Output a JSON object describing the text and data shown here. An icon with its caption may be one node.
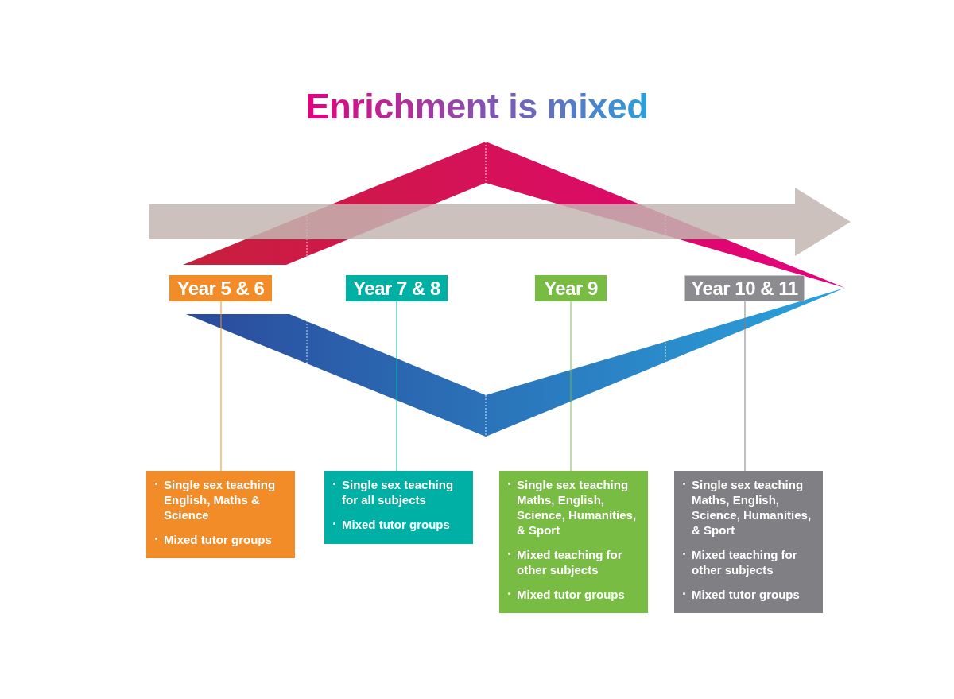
{
  "diagram": {
    "title": "Enrichment is mixed",
    "nodes": [
      {
        "text": [
          "Year 5 & 6"
        ]
      },
      {
        "text": [
          "Year 7 & 8"
        ]
      },
      {
        "text": [
          "Year 9"
        ]
      },
      {
        "text": [
          "Year 10 & 11"
        ]
      },
      {
        "text": [
          "Single sex teaching English, Maths & Science",
          "Mixed tutor groups"
        ]
      },
      {
        "text": [
          "Single sex teaching for all subjects",
          "Mixed tutor groups"
        ]
      },
      {
        "text": [
          "Single sex teaching Maths, English, Science, Humanities, & Sport",
          "Mixed teaching for other subjects",
          "Mixed tutor groups"
        ]
      },
      {
        "text": [
          "Single sex teaching Maths, English, Science, Humanities, & Sport",
          "Mixed teaching for other subjects",
          "Mixed tutor groups"
        ]
      }
    ],
    "edges": [
      {
        "from": 0,
        "to": 4,
        "arrow": "none",
        "color": "#f28c28"
      },
      {
        "from": 1,
        "to": 5,
        "arrow": "none",
        "color": "#00b0a4"
      },
      {
        "from": 2,
        "to": 6,
        "arrow": "none",
        "color": "#78bc43"
      },
      {
        "from": 3,
        "to": 7,
        "arrow": "none",
        "color": "#808084"
      }
    ]
  }
}
